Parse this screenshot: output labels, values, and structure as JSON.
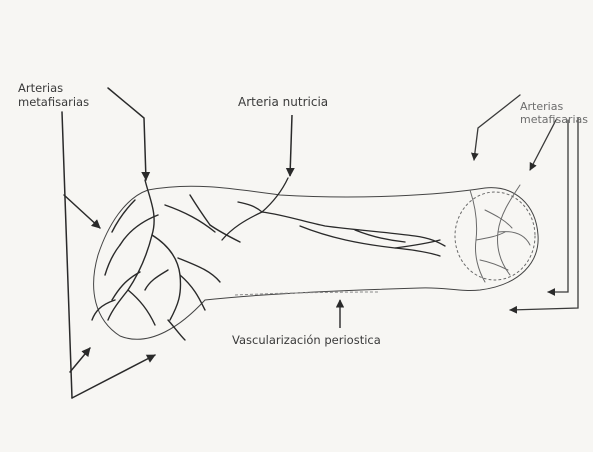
{
  "diagram": {
    "labels": {
      "left_line1": "Arterias",
      "left_line2": "metafisarias",
      "center_top": "Arteria nutricia",
      "right_line1": "Arterias",
      "right_line2": "metafisarias",
      "bottom": "Vascularización periostica"
    },
    "colors": {
      "paper": "#f7f6f3",
      "ink": "#2a2a2a",
      "faint_ink": "#8a8a8a"
    }
  }
}
